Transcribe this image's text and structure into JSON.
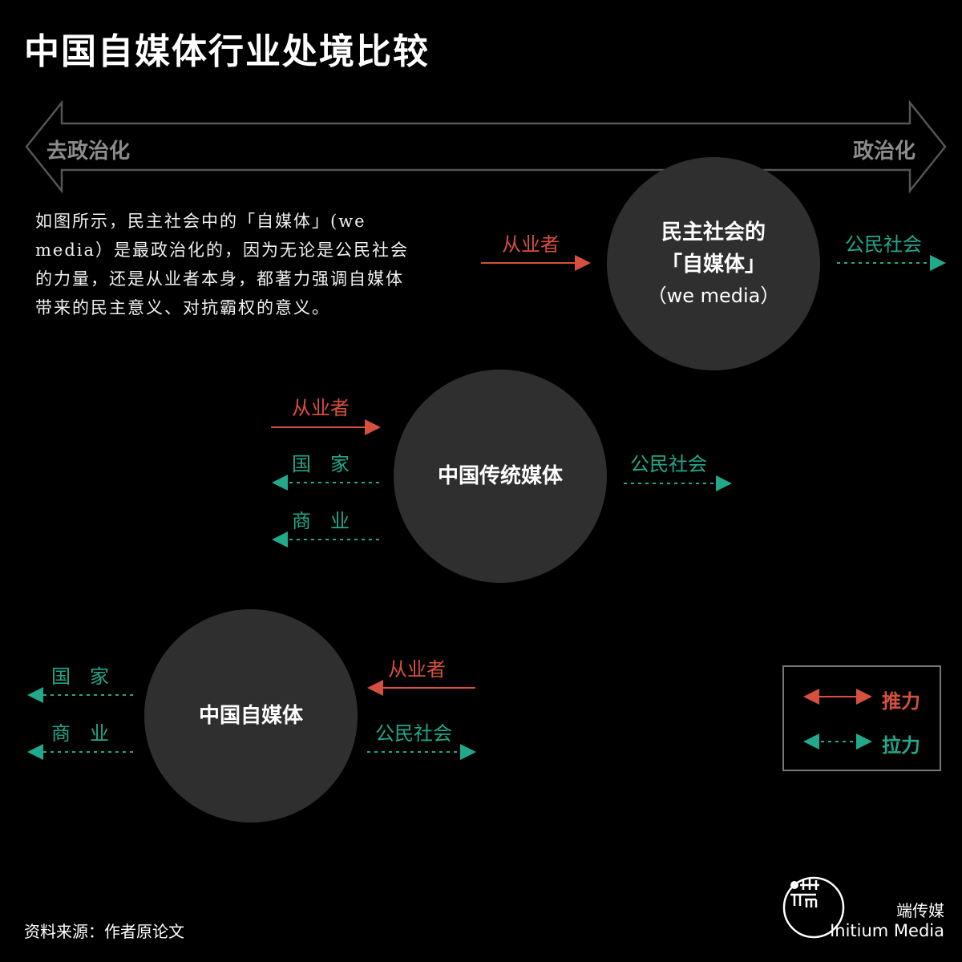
{
  "title": "中国自媒体行业处境比较",
  "axis": {
    "left_label": "去政治化",
    "right_label": "政治化"
  },
  "intro": "如图所示，民主社会中的「自媒体」(we media）是最政治化的，因为无论是公民社会的力量，还是从业者本身，都著力强调自媒体带来的民主意义、对抗霸权的意义。",
  "circles": {
    "democratic": {
      "line1": "民主社会的",
      "line2": "「自媒体」",
      "line3": "（we media）"
    },
    "traditional": {
      "name": "中国传统媒体"
    },
    "chinese": {
      "name": "中国自媒体"
    }
  },
  "labels": {
    "practitioner": "从业者",
    "civil_society": "公民社会",
    "state": "国　家",
    "business": "商　业"
  },
  "legend": {
    "push": "推力",
    "pull": "拉力"
  },
  "source": "资料来源：作者原论文",
  "brand": {
    "name_cn": "端传媒",
    "name_en": "Initium Media",
    "logo": "initium-logo-icon"
  },
  "colors": {
    "push": "#d6503f",
    "pull": "#22a88a",
    "circle": "#2f2f2f",
    "axis": "#555555"
  }
}
